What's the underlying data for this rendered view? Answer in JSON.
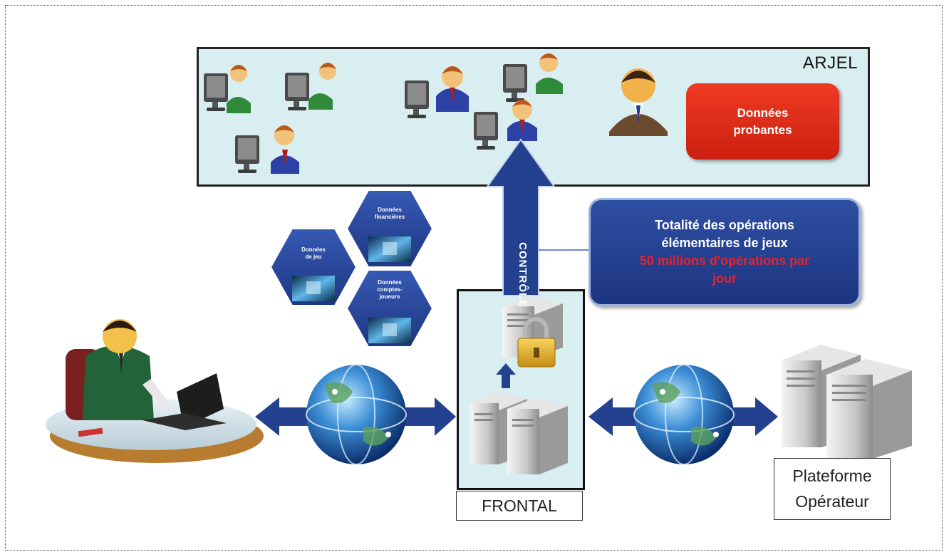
{
  "arjel": {
    "title": "ARJEL",
    "probantes_line1": "Données",
    "probantes_line2": "probantes"
  },
  "arrow": {
    "controle": "CONTRÔLE"
  },
  "totalite": {
    "line1": "Totalité des opérations",
    "line2": "élémentaires de jeux",
    "line3": "50 millions d'opérations par",
    "line4": "jour"
  },
  "hexagons": {
    "financieres_1": "Données",
    "financieres_2": "financières",
    "jeu_1": "Données",
    "jeu_2": "de jeu",
    "comptes_1": "Données",
    "comptes_2": "comptes-",
    "comptes_3": "joueurs"
  },
  "frontal": {
    "label": "FRONTAL"
  },
  "plateforme": {
    "line1": "Plateforme",
    "line2": "Opérateur"
  },
  "colors": {
    "arjel_bg": "#d9eef1",
    "probantes_red": "#e02a16",
    "blue_box": "#24408e",
    "highlight_red": "#e8232a",
    "arrow_blue": "#24418f"
  }
}
